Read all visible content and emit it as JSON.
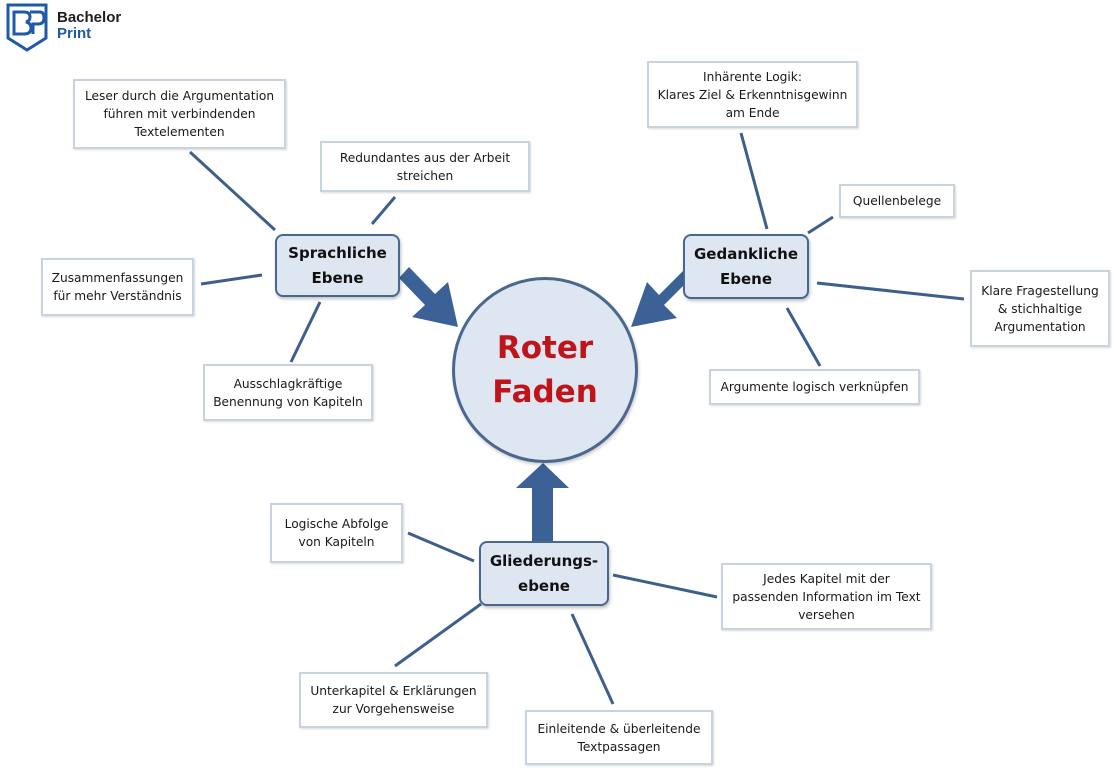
{
  "brand": {
    "line1": "Bachelor",
    "line2": "Print"
  },
  "center": {
    "label": "Roter\nFaden"
  },
  "hubs": {
    "sprachlich": "Sprachliche\nEbene",
    "gedanklich": "Gedankliche\nEbene",
    "gliederung": "Gliederungs-\nebene"
  },
  "leaves": {
    "leser": "Leser durch die Argumentation\nführen mit  verbindenden\nTextelementen",
    "redundantes": "Redundantes aus der Arbeit\nstreichen",
    "zusammenfassungen": "Zusammenfassungen\nfür mehr Verständnis",
    "ausschlagkraeftig": "Ausschlagkräftige\nBenennung von Kapiteln",
    "logik": "Inhärente Logik:\nKlares Ziel & Erkenntnisgewinn\nam Ende",
    "quellen": "Quellenbelege",
    "fragestellung": "Klare Fragestellung\n& stichhaltige\nArgumentation",
    "argumente": "Argumente logisch verknüpfen",
    "abfolge": "Logische Abfolge\nvon Kapiteln",
    "kapitel": "Jedes Kapitel mit der\npassenden Information im Text\nversehen",
    "unterkapitel": "Unterkapitel & Erklärungen\nzur Vorgehensweise",
    "einleitende": "Einleitende & überleitende\nTextpassagen"
  },
  "colors": {
    "connector": "#3d5f8c",
    "arrow": "#3b6196",
    "hub_fill": "#dde6f1",
    "center_text": "#c0141b",
    "leaf_border": "#c9d3e0"
  }
}
